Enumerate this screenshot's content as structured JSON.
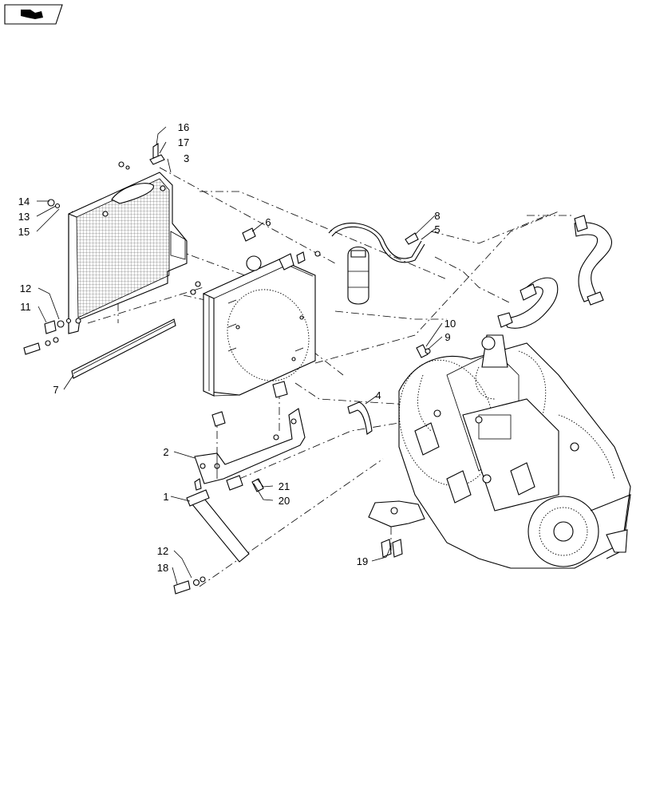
{
  "callouts": {
    "c16": "16",
    "c17": "17",
    "c3": "3",
    "c14": "14",
    "c13": "13",
    "c15": "15",
    "c6": "6",
    "c8": "8",
    "c5": "5",
    "c12a": "12",
    "c11": "11",
    "c10": "10",
    "c9": "9",
    "c7": "7",
    "c4": "4",
    "c2": "2",
    "c21": "21",
    "c1": "1",
    "c20": "20",
    "c19": "19",
    "c12b": "12",
    "c18": "18"
  },
  "icons": {
    "nav": "page-turn-icon"
  }
}
